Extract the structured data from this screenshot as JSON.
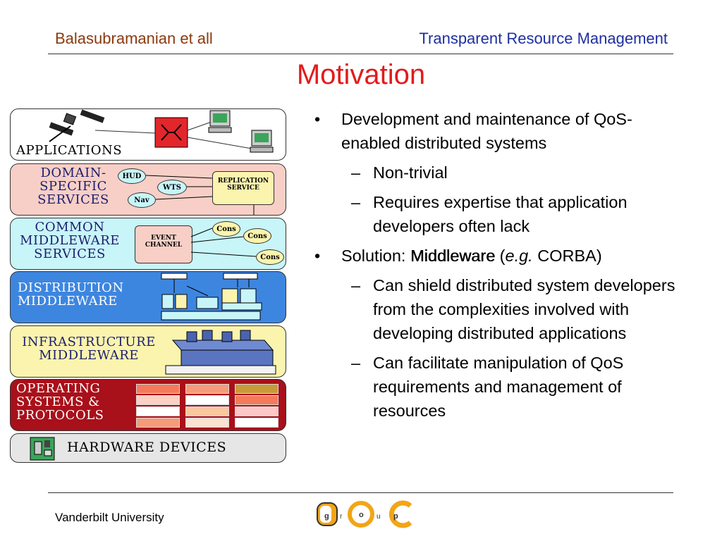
{
  "header": {
    "left": "Balasubramanian et all",
    "right": "Transparent Resource Management"
  },
  "title": "Motivation",
  "diagram": {
    "layers": {
      "applications": "APPLICATIONS",
      "domain": [
        "DOMAIN-",
        "SPECIFIC",
        "SERVICES"
      ],
      "common": [
        "COMMON",
        "MIDDLEWARE",
        "SERVICES"
      ],
      "distribution": [
        "DISTRIBUTION",
        "MIDDLEWARE"
      ],
      "infrastructure": [
        "INFRASTRUCTURE",
        "MIDDLEWARE"
      ],
      "os": [
        "OPERATING",
        "SYSTEMS &",
        "PROTOCOLS"
      ],
      "hardware": "HARDWARE  DEVICES"
    },
    "domain_services": {
      "hud": "HUD",
      "wts": "WTS",
      "nav": "Nav",
      "replication": [
        "REPLICATION",
        "SERVICE"
      ]
    },
    "common_services": {
      "event_channel": [
        "EVENT",
        "CHANNEL"
      ],
      "cons": "Cons"
    }
  },
  "bullets": {
    "b1": {
      "marker": "•",
      "text": "Development and maintenance of QoS-enabled distributed systems",
      "subs": [
        {
          "marker": "–",
          "text": "Non-trivial"
        },
        {
          "marker": "–",
          "text": "Requires expertise that application developers often lack"
        }
      ]
    },
    "b2": {
      "marker": "•",
      "prefix": "Solution: ",
      "emphasis": "Middleware",
      "paren_open": " (",
      "eg": "e.g.",
      "paren_rest": " CORBA)",
      "subs": [
        {
          "marker": "–",
          "text": "Can shield distributed system developers from the complexities involved with developing distributed applications"
        },
        {
          "marker": "–",
          "text": "Can facilitate manipulation of QoS requirements and management of resources"
        }
      ]
    }
  },
  "footer": {
    "left": "Vanderbilt University",
    "logo_letters": [
      "D",
      "O",
      "C"
    ],
    "logo_small": [
      "g",
      "r",
      "o",
      "u",
      "p"
    ]
  },
  "colors": {
    "title": "#e31b1b",
    "header_left": "#8b3a0f",
    "header_right": "#1f2fa0"
  }
}
